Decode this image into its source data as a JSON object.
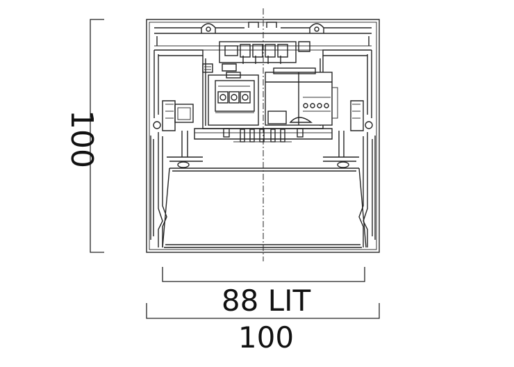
{
  "dimensions": {
    "height_label": "100",
    "lit_width_label": "88 LIT",
    "total_width_label": "100"
  },
  "colors": {
    "line": "#222222",
    "background": "#ffffff"
  }
}
